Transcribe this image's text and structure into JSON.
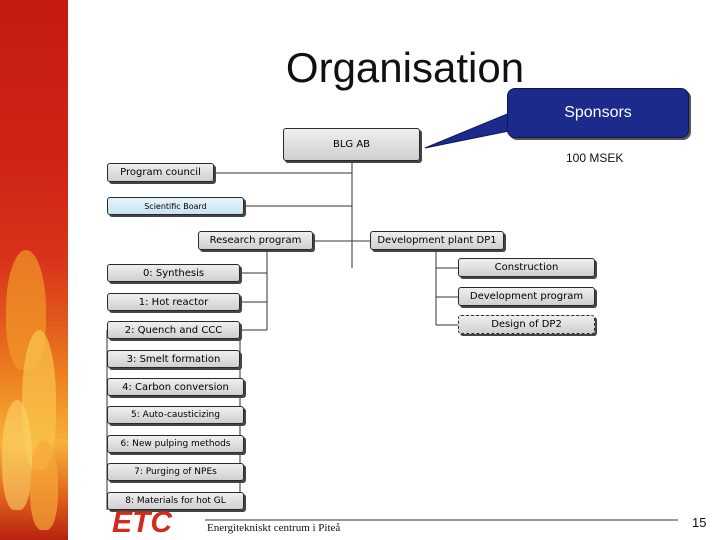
{
  "slide": {
    "title": "Organisation",
    "sponsors_label": "Sponsors",
    "budget_label": "100 MSEK",
    "page_number": "15",
    "footer_logo_text": "ETC",
    "footer_institution": "Energitekniskt centrum i Piteå"
  },
  "org": {
    "top": "BLG AB",
    "program_council": "Program council",
    "scientific_board": "Scientific Board",
    "research_program": "Research program",
    "development_plant": "Development plant DP1",
    "research_items": [
      "0: Synthesis",
      "1: Hot reactor",
      "2: Quench and CCC",
      "3: Smelt formation",
      "4: Carbon conversion",
      "5: Auto-causticizing",
      "6: New pulping methods",
      "7: Purging of NPEs",
      "8: Materials for hot GL"
    ],
    "plant_items": [
      "Construction",
      "Development program",
      "Design of DP2"
    ]
  },
  "colors": {
    "sponsors_fill": "#1c2a8c",
    "box_fill": "#d9d9d9",
    "scientific_board_fill": "#d6ebf7",
    "logo_red": "#d42a1a"
  }
}
